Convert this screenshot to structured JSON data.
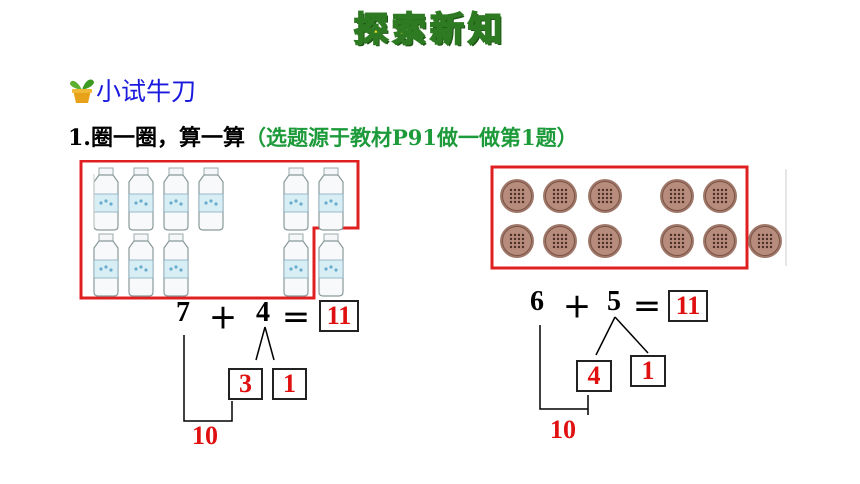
{
  "header": {
    "title": "探索新知"
  },
  "section": {
    "label": "小试牛刀",
    "icon": "potted-plant-icon"
  },
  "question": {
    "text": "1.圈一圈，算一算",
    "source": "（选题源于教材P91做一做第1题）"
  },
  "left_problem": {
    "icon": "milk-bottle-icon",
    "bottles_top_row": 6,
    "bottles_bottom_row": 5,
    "equation": {
      "a": "7",
      "op": "＋",
      "b": "4",
      "eq": "＝",
      "answer": "11"
    },
    "split": [
      "3",
      "1"
    ],
    "ten": "10"
  },
  "right_problem": {
    "icon": "cookie-icon",
    "cookies_top_row": 5,
    "cookies_bottom_row": 6,
    "equation": {
      "a": "6",
      "op": "＋",
      "b": "5",
      "eq": "＝",
      "answer": "11"
    },
    "split": [
      "4",
      "1"
    ],
    "ten": "10"
  },
  "colors": {
    "circle": "#e02020",
    "answer": "#e01010",
    "source_text": "#1d9a3a",
    "section": "#1a1adf"
  }
}
